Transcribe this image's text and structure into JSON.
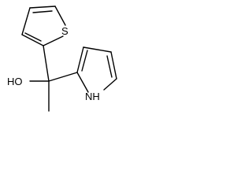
{
  "molecule": {
    "atoms": {
      "sulfur": "S",
      "hydroxyl": "HO",
      "pyrrole_nh": "NH"
    }
  },
  "colors": {
    "bond": "#000000",
    "label": "#000000",
    "background": "#ffffff"
  }
}
